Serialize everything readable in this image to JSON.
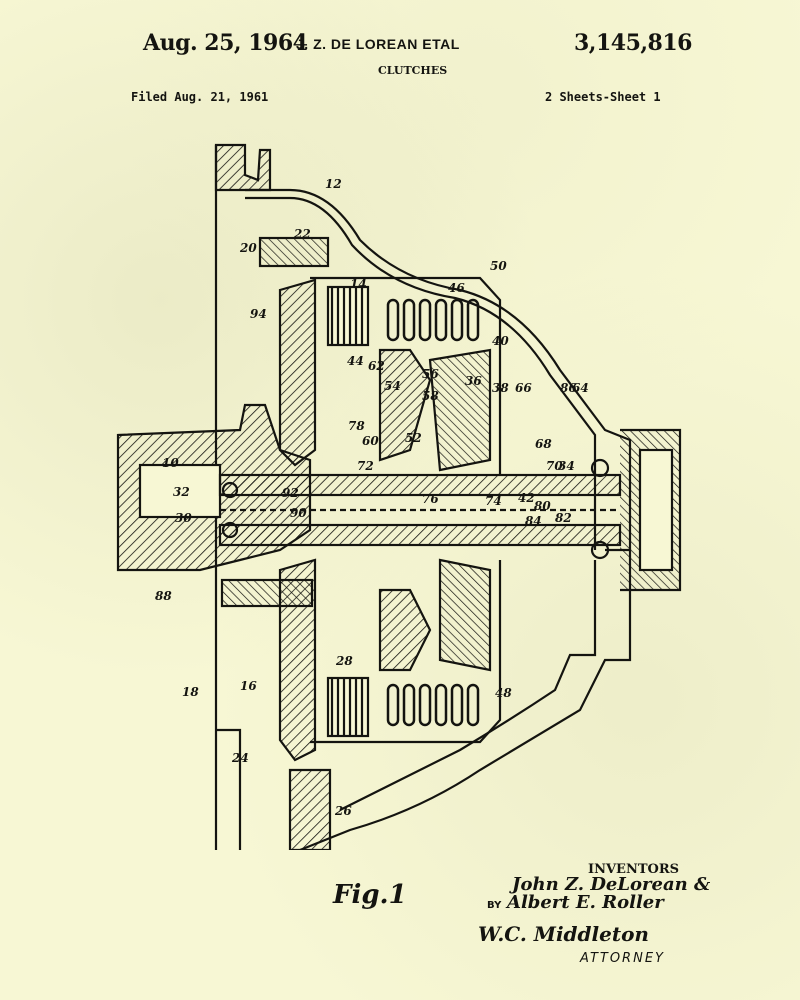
{
  "header": {
    "date": "Aug. 25, 1964",
    "inventor_line": "J. Z. DE LOREAN ETAL",
    "patent_number": "3,145,816",
    "title": "CLUTCHES",
    "filed": "Filed Aug. 21, 1961",
    "sheets": "2 Sheets-Sheet 1"
  },
  "drawing": {
    "figure_label": "Fig.1",
    "reference_numerals": [
      "10",
      "12",
      "14",
      "16",
      "18",
      "20",
      "22",
      "24",
      "26",
      "28",
      "30",
      "32",
      "34",
      "36",
      "38",
      "40",
      "42",
      "44",
      "46",
      "48",
      "50",
      "52",
      "54",
      "56",
      "58",
      "60",
      "62",
      "64",
      "66",
      "68",
      "70",
      "72",
      "74",
      "76",
      "78",
      "80",
      "82",
      "84",
      "86",
      "88",
      "90",
      "92",
      "94"
    ]
  },
  "signatures": {
    "inventors_label": "INVENTORS",
    "inventor_1": "John Z. DeLorean &",
    "by_label": "BY",
    "inventor_2": "Albert E. Roller",
    "attorney_name": "W.C. Middleton",
    "attorney_label": "ATTORNEY"
  },
  "colors": {
    "paper": "#f7f7d4",
    "ink": "#141410"
  }
}
